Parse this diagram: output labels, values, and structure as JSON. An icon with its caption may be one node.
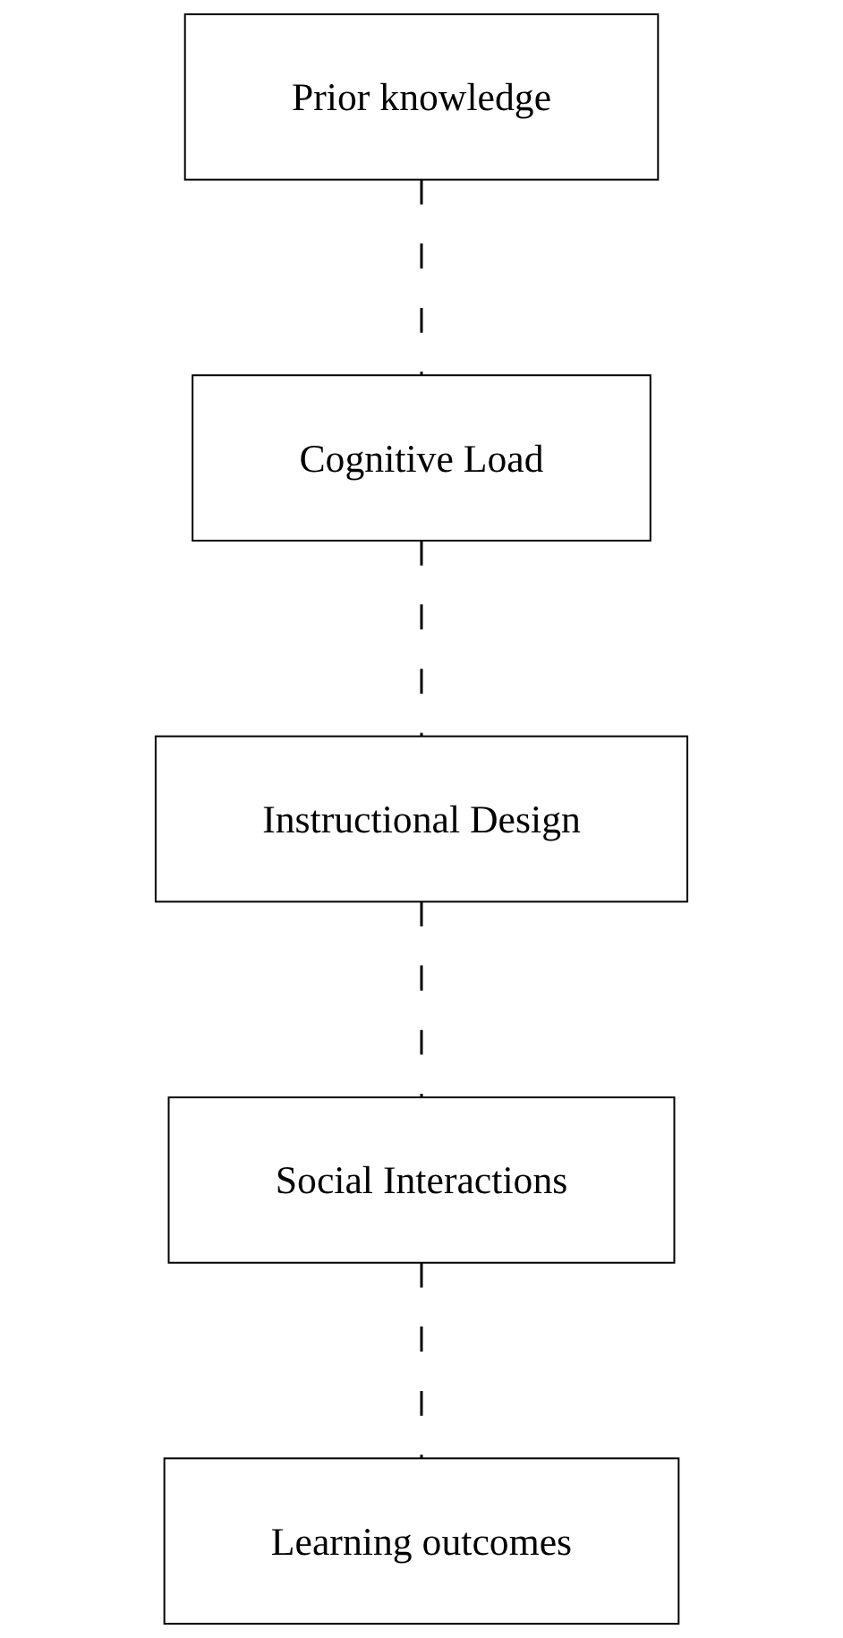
{
  "diagram": {
    "nodes": [
      {
        "text": [
          "Prior knowledge"
        ]
      },
      {
        "text": [
          "Cognitive Load"
        ]
      },
      {
        "text": [
          "Instructional Design"
        ]
      },
      {
        "text": [
          "Social Interactions"
        ]
      },
      {
        "text": [
          "Learning outcomes"
        ]
      }
    ],
    "edges": [
      {
        "from": 0,
        "to": 1,
        "arrow": "none",
        "style": "dashed"
      },
      {
        "from": 1,
        "to": 2,
        "arrow": "none",
        "style": "dashed"
      },
      {
        "from": 2,
        "to": 3,
        "arrow": "none",
        "style": "dashed"
      },
      {
        "from": 3,
        "to": 4,
        "arrow": "none",
        "style": "dashed"
      }
    ]
  }
}
